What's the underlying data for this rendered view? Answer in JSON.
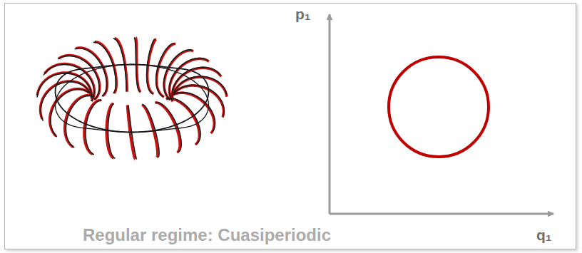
{
  "diagram": {
    "caption": "Regular regime: Cuasiperiodic",
    "labels": [
      "p₁",
      "q₁"
    ]
  }
}
